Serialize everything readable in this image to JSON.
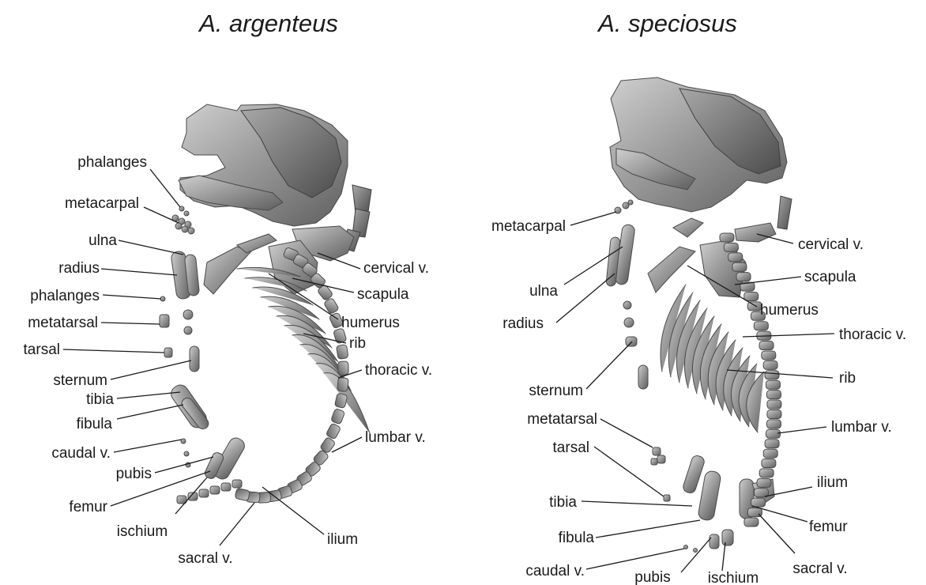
{
  "panels": [
    {
      "id": "left",
      "title": "A. argenteus",
      "labels": [
        "phalanges",
        "metacarpal",
        "ulna",
        "radius",
        "phalanges",
        "metatarsal",
        "tarsal",
        "sternum",
        "tibia",
        "fibula",
        "caudal v.",
        "pubis",
        "femur",
        "ischium",
        "sacral v.",
        "ilium",
        "lumbar v.",
        "thoracic v.",
        "rib",
        "humerus",
        "scapula",
        "cervical v."
      ]
    },
    {
      "id": "right",
      "title": "A. speciosus",
      "labels": [
        "metacarpal",
        "ulna",
        "radius",
        "sternum",
        "metatarsal",
        "tarsal",
        "tibia",
        "fibula",
        "caudal v.",
        "pubis",
        "ischium",
        "sacral v.",
        "femur",
        "ilium",
        "lumbar v.",
        "rib",
        "thoracic v.",
        "humerus",
        "scapula",
        "cervical v."
      ]
    }
  ],
  "colors": {
    "bone": "#8c8c8c",
    "bone_highlight": "#c4c4c4",
    "text": "#1a1a1a"
  }
}
